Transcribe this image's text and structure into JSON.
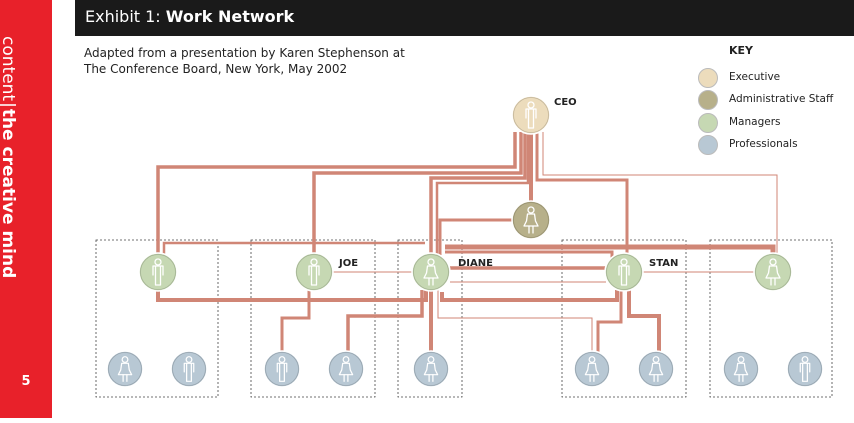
{
  "sidebar": {
    "text_light": "content",
    "text_sep": "|",
    "text_bold": "the creative mind",
    "page_number": "5"
  },
  "header": {
    "prefix": "Exhibit 1: ",
    "title": "Work Network"
  },
  "source": {
    "line1": "Adapted from a presentation by Karen Stephenson at",
    "line2": "The Conference Board, New York, May 2002"
  },
  "key": {
    "title": "KEY",
    "items": [
      {
        "label": "Executive",
        "color": "#ecdcbc"
      },
      {
        "label": "Administrative Staff",
        "color": "#b7b08a"
      },
      {
        "label": "Managers",
        "color": "#c6d8b3"
      },
      {
        "label": "Professionals",
        "color": "#b8c8d4"
      }
    ]
  },
  "colors": {
    "link": "#d08676",
    "outline": "#ffffff",
    "icon": "#ffffff"
  },
  "diagram": {
    "labels": {
      "ceo": "CEO",
      "joe": "JOE",
      "diane": "DIANE",
      "stan": "STAN"
    },
    "nodes": [
      {
        "id": "ceo",
        "role": "Executive",
        "gender": "male"
      },
      {
        "id": "admin",
        "role": "Administrative Staff",
        "gender": "female"
      },
      {
        "id": "m1",
        "role": "Managers",
        "gender": "male"
      },
      {
        "id": "joe",
        "role": "Managers",
        "gender": "male"
      },
      {
        "id": "diane",
        "role": "Managers",
        "gender": "female"
      },
      {
        "id": "stan",
        "role": "Managers",
        "gender": "male"
      },
      {
        "id": "m5",
        "role": "Managers",
        "gender": "female"
      },
      {
        "id": "p1",
        "role": "Professionals",
        "gender": "female"
      },
      {
        "id": "p2",
        "role": "Professionals",
        "gender": "male"
      },
      {
        "id": "p3",
        "role": "Professionals",
        "gender": "male"
      },
      {
        "id": "p4",
        "role": "Professionals",
        "gender": "female"
      },
      {
        "id": "p5",
        "role": "Professionals",
        "gender": "female"
      },
      {
        "id": "p6",
        "role": "Professionals",
        "gender": "female"
      },
      {
        "id": "p7",
        "role": "Professionals",
        "gender": "female"
      },
      {
        "id": "p8",
        "role": "Professionals",
        "gender": "female"
      },
      {
        "id": "p9",
        "role": "Professionals",
        "gender": "male"
      }
    ]
  }
}
